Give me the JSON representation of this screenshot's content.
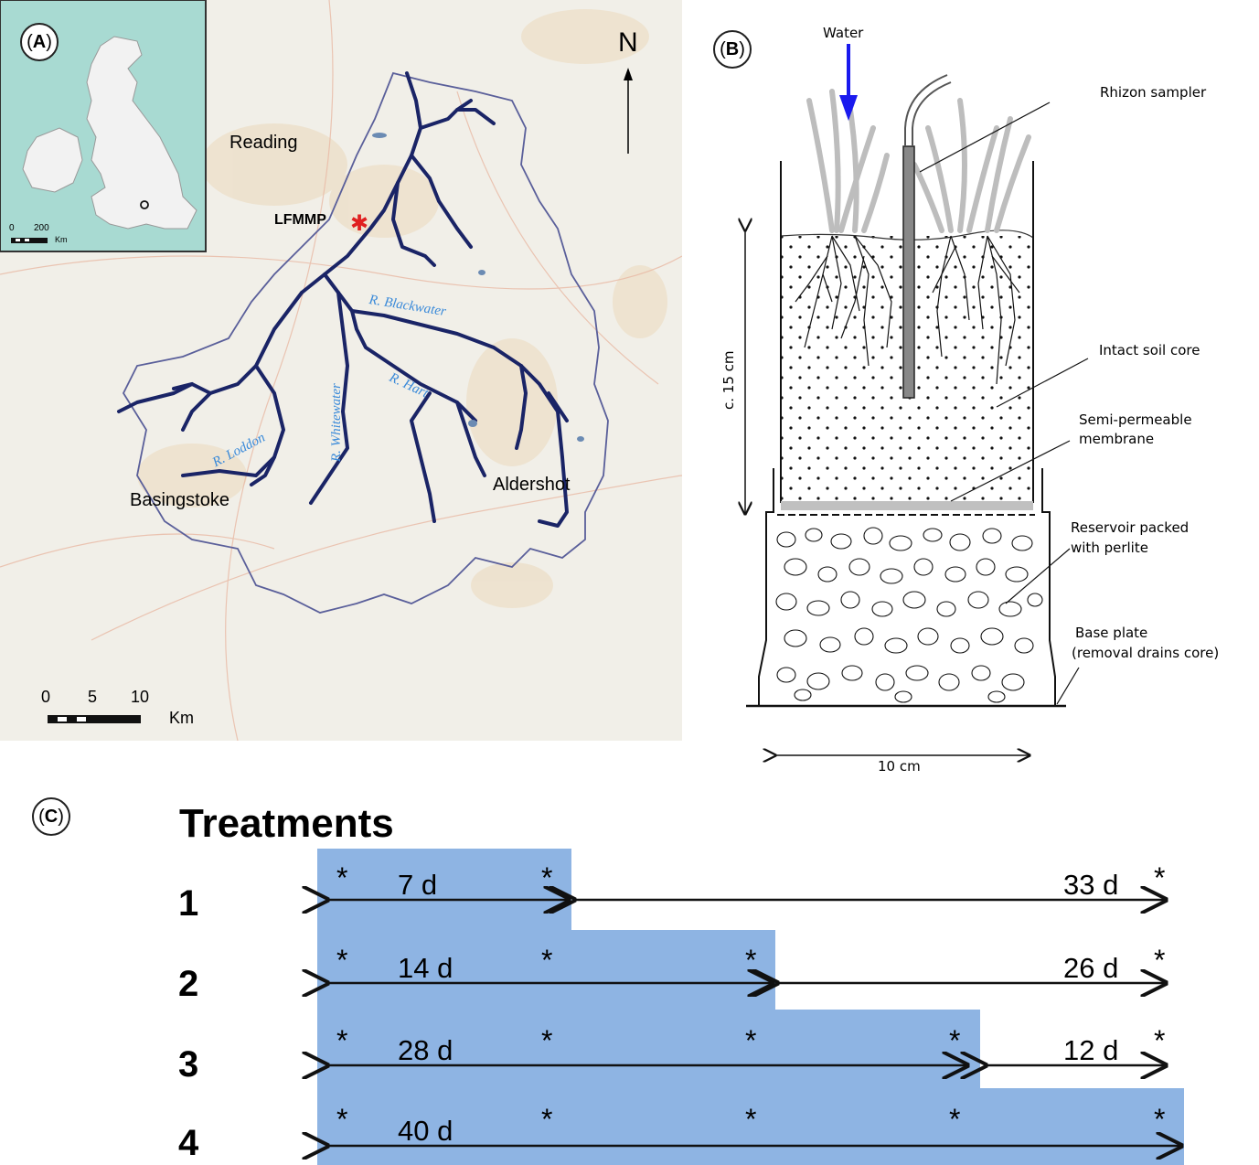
{
  "panel_a": {
    "label": "A",
    "north": "N",
    "inset_scale": {
      "zero": "0",
      "value": "200",
      "unit": "Km"
    },
    "towns": {
      "reading": "Reading",
      "basingstoke": "Basingstoke",
      "aldershot": "Aldershot"
    },
    "site": "LFMMP",
    "rivers": {
      "blackwater": "R. Blackwater",
      "loddon": "R. Loddon",
      "whitewater": "R. Whitewater",
      "hart": "R. Hart"
    },
    "scale": {
      "t0": "0",
      "t5": "5",
      "t10": "10",
      "unit": "Km"
    },
    "colors": {
      "river": "#1a2466",
      "catchment": "#5a5f9a",
      "sea": "#a8dad2",
      "site_marker": "#e02020",
      "river_label": "#3a8ad9"
    }
  },
  "panel_b": {
    "label": "B",
    "water": "Water",
    "rhizon": "Rhizon sampler",
    "soil_core": "Intact soil core",
    "membrane_1": "Semi-permeable",
    "membrane_2": "membrane",
    "reservoir_1": "Reservoir packed",
    "reservoir_2": "with perlite",
    "base_1": "Base plate",
    "base_2": "(removal drains core)",
    "height": "c. 15 cm",
    "width": "10 cm",
    "colors": {
      "water_arrow": "#1a1aee",
      "plants": "#bdbdbd"
    }
  },
  "panel_c": {
    "label": "C",
    "title": "Treatments",
    "rows": [
      {
        "id": "1",
        "first": "7 d",
        "second": "33 d"
      },
      {
        "id": "2",
        "first": "14 d",
        "second": "26 d"
      },
      {
        "id": "3",
        "first": "28 d",
        "second": "12 d"
      },
      {
        "id": "4",
        "first": "40 d",
        "second": ""
      }
    ],
    "marker": "*",
    "colors": {
      "fill": "#8eb4e3"
    }
  }
}
